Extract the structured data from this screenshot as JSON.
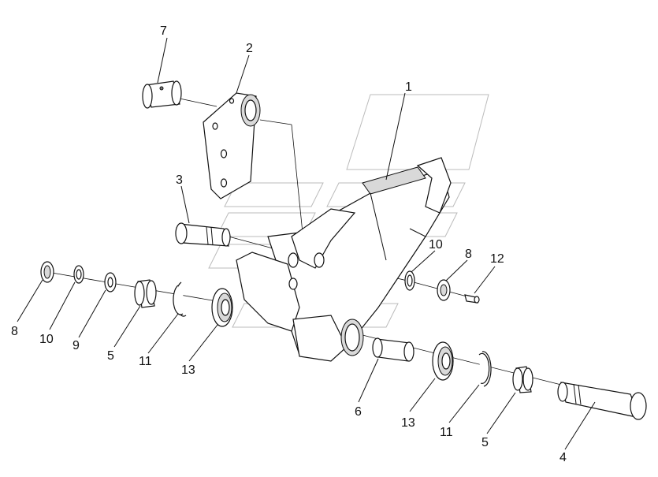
{
  "labels": {
    "l1": "1",
    "l2": "2",
    "l3": "3",
    "l4": "4",
    "l5a": "5",
    "l5b": "5",
    "l6": "6",
    "l7": "7",
    "l8a": "8",
    "l8b": "8",
    "l9": "9",
    "l10a": "10",
    "l10b": "10",
    "l11a": "11",
    "l11b": "11",
    "l12": "12",
    "l13a": "13",
    "l13b": "13"
  }
}
